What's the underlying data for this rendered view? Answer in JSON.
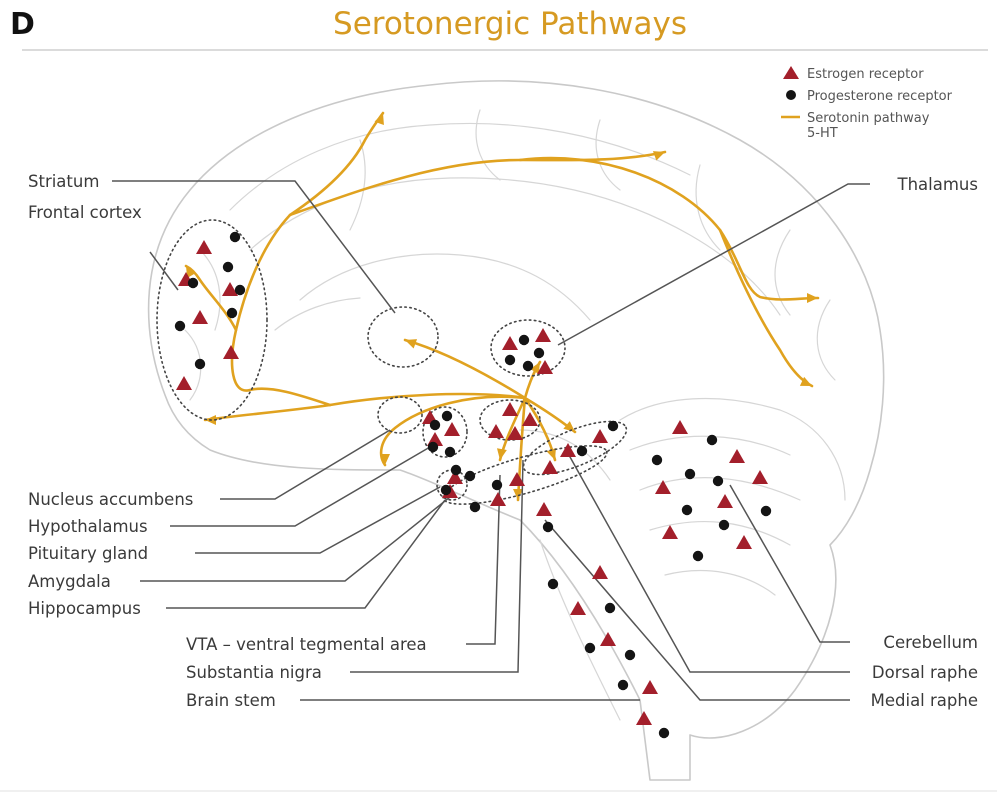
{
  "panel_letter": "D",
  "title": "Serotonergic Pathways",
  "colors": {
    "title": "#d69a22",
    "pathway": "#e0a21f",
    "estrogen": "#a31f2b",
    "progesterone": "#141414",
    "text": "#3a3a3a",
    "outline": "#c9c9c9"
  },
  "legend": {
    "estrogen": "Estrogen receptor",
    "progesterone": "Progesterone receptor",
    "pathway_line1": "Serotonin pathway",
    "pathway_line2": "5-HT"
  },
  "labels": {
    "striatum": "Striatum",
    "frontal_cortex": "Frontal cortex",
    "thalamus": "Thalamus",
    "nucleus_accumbens": "Nucleus accumbens",
    "hypothalamus": "Hypothalamus",
    "pituitary": "Pituitary gland",
    "amygdala": "Amygdala",
    "hippocampus": "Hippocampus",
    "vta": "VTA – ventral tegmental area",
    "substantia_nigra": "Substantia nigra",
    "brain_stem": "Brain stem",
    "cerebellum": "Cerebellum",
    "dorsal_raphe": "Dorsal raphe",
    "medial_raphe": "Medial raphe"
  },
  "marker_icons": {
    "estrogen": "red-triangle",
    "progesterone": "black-dot"
  }
}
